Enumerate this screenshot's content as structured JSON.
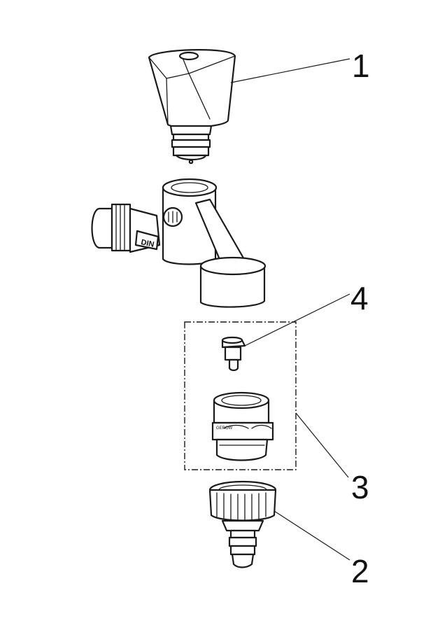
{
  "callouts": [
    {
      "id": "1",
      "label": "1"
    },
    {
      "id": "2",
      "label": "2"
    },
    {
      "id": "3",
      "label": "3"
    },
    {
      "id": "4",
      "label": "4"
    }
  ],
  "markings": {
    "din_label": "DIN",
    "adapter_mark": "GEROW"
  },
  "colors": {
    "line": "#1a1a1a",
    "background": "#ffffff"
  }
}
